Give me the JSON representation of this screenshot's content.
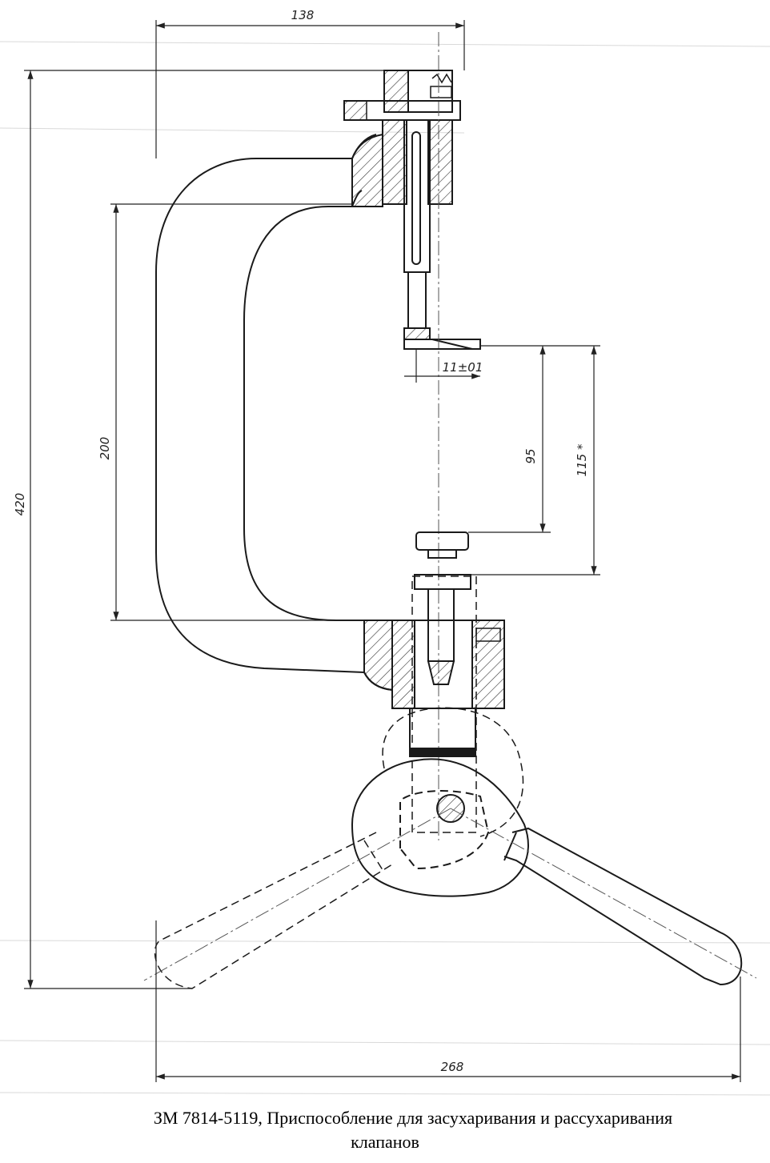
{
  "drawing": {
    "dimensions": {
      "top_width": "138",
      "total_height": "420",
      "throat_height": "200",
      "stroke_95": "95",
      "stroke_115": "115 *",
      "tolerance": "11±01",
      "bottom_width": "268"
    },
    "colors": {
      "ink": "#1a1a1a",
      "hatch": "#333333",
      "paper": "#ffffff"
    }
  },
  "caption": {
    "line1": "ЗМ 7814-5119, Приспособление для засухаривания и рассухаривания",
    "line2": "клапанов"
  }
}
